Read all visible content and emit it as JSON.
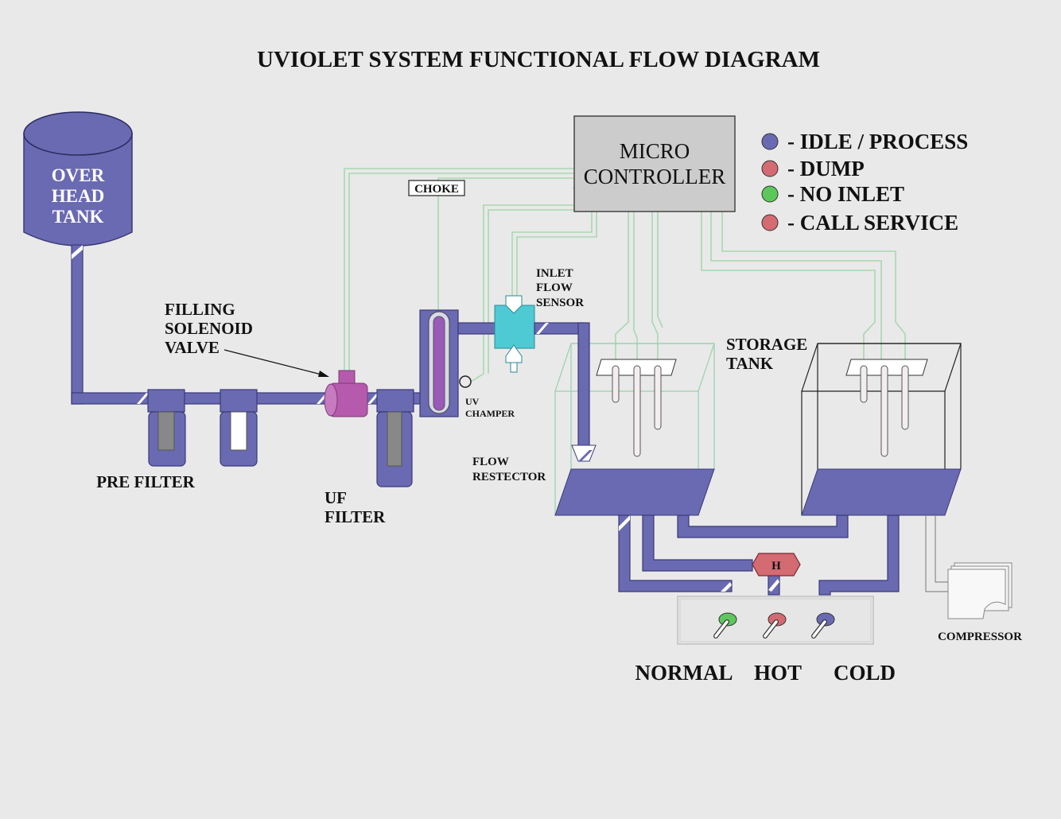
{
  "title": "UVIOLET SYSTEM FUNCTIONAL FLOW DIAGRAM",
  "overhead_tank": {
    "line1": "OVER",
    "line2": "HEAD",
    "line3": "TANK"
  },
  "micro_controller": {
    "line1": "MICRO",
    "line2": "CONTROLLER"
  },
  "choke": "CHOKE",
  "filling_valve": {
    "line1": "FILLING",
    "line2": "SOLENOID",
    "line3": "VALVE"
  },
  "pre_filter": "PRE FILTER",
  "uf_filter": {
    "line1": "UF",
    "line2": "FILTER"
  },
  "uv_chamber": {
    "line1": "UV",
    "line2": "CHAMPER"
  },
  "inlet_flow_sensor": {
    "line1": "INLET",
    "line2": "FLOW",
    "line3": "SENSOR"
  },
  "flow_restrictor": {
    "line1": "FLOW",
    "line2": "RESTECTOR"
  },
  "storage_tank": {
    "line1": "STORAGE",
    "line2": "TANK"
  },
  "heater": "H",
  "compressor": "COMPRESSOR",
  "outlets": {
    "normal": "NORMAL",
    "hot": "HOT",
    "cold": "COLD"
  },
  "legend": [
    {
      "label": "- IDLE / PROCESS",
      "color": "#6a6ab2"
    },
    {
      "label": "- DUMP",
      "color": "#d46a72"
    },
    {
      "label": "- NO INLET",
      "color": "#5cc85c"
    },
    {
      "label": "- CALL SERVICE",
      "color": "#d46a72"
    }
  ],
  "colors": {
    "pipe": "#6a6ab2",
    "valve": "#b65aae",
    "sensor": "#4ecad4",
    "wire": "#a8d8b0",
    "heater": "#d46a72"
  }
}
